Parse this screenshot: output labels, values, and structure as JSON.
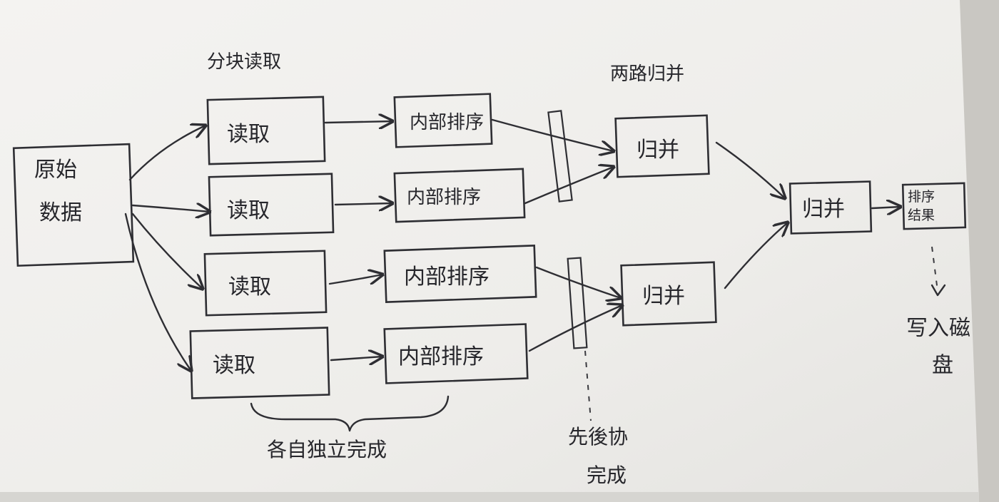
{
  "source_label": [
    "原始",
    "数据"
  ],
  "stage_labels": {
    "chunk_read": "分块读取",
    "two_way_merge": "两路归并"
  },
  "read_boxes": [
    "读取",
    "读取",
    "读取",
    "读取"
  ],
  "sort_boxes": [
    "内部排序",
    "内部排序",
    "内部排序",
    "内部排序"
  ],
  "merge_boxes": [
    "归并",
    "归并"
  ],
  "final_merge": "归并",
  "result_box": [
    "排序",
    "结果"
  ],
  "write_disk": [
    "写入磁",
    "盘"
  ],
  "notes": {
    "independent": "各自独立完成",
    "barrier": [
      "先後协",
      "完成"
    ]
  },
  "colors": {
    "paper": "#f2f1ee",
    "ink": "#2e2e33",
    "wall": "#c9c7c2"
  }
}
